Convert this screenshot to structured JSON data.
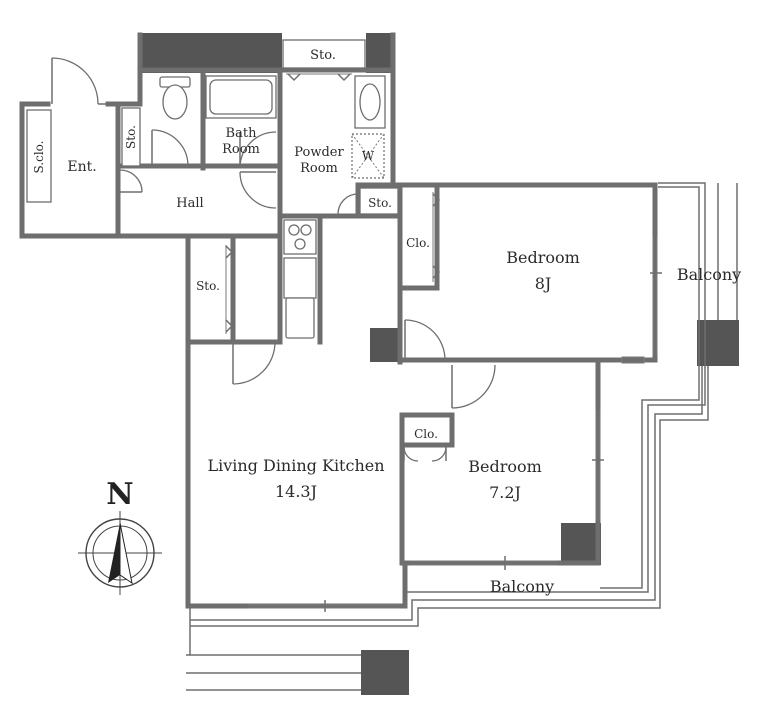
{
  "rooms": {
    "entrance": "Ent.",
    "shoe_closet": "S.clo.",
    "storage_entry": "Sto.",
    "storage_top": "Sto.",
    "storage_powder": "Sto.",
    "storage_hall": "Sto.",
    "hall": "Hall",
    "bath_line1": "Bath",
    "bath_line2": "Room",
    "powder_line1": "Powder",
    "powder_line2": "Room",
    "washer": "W",
    "closet_bed1": "Clo.",
    "closet_bed2": "Clo.",
    "bedroom1_name": "Bedroom",
    "bedroom1_size": "8J",
    "bedroom2_name": "Bedroom",
    "bedroom2_size": "7.2J",
    "ldk_name": "Living Dining Kitchen",
    "ldk_size": "14.3J",
    "balcony_east": "Balcony",
    "balcony_south": "Balcony"
  },
  "compass": {
    "label": "N"
  },
  "colors": {
    "wall": "#6e6e6e",
    "pillar": "#555555",
    "text": "#2b2b2b"
  }
}
